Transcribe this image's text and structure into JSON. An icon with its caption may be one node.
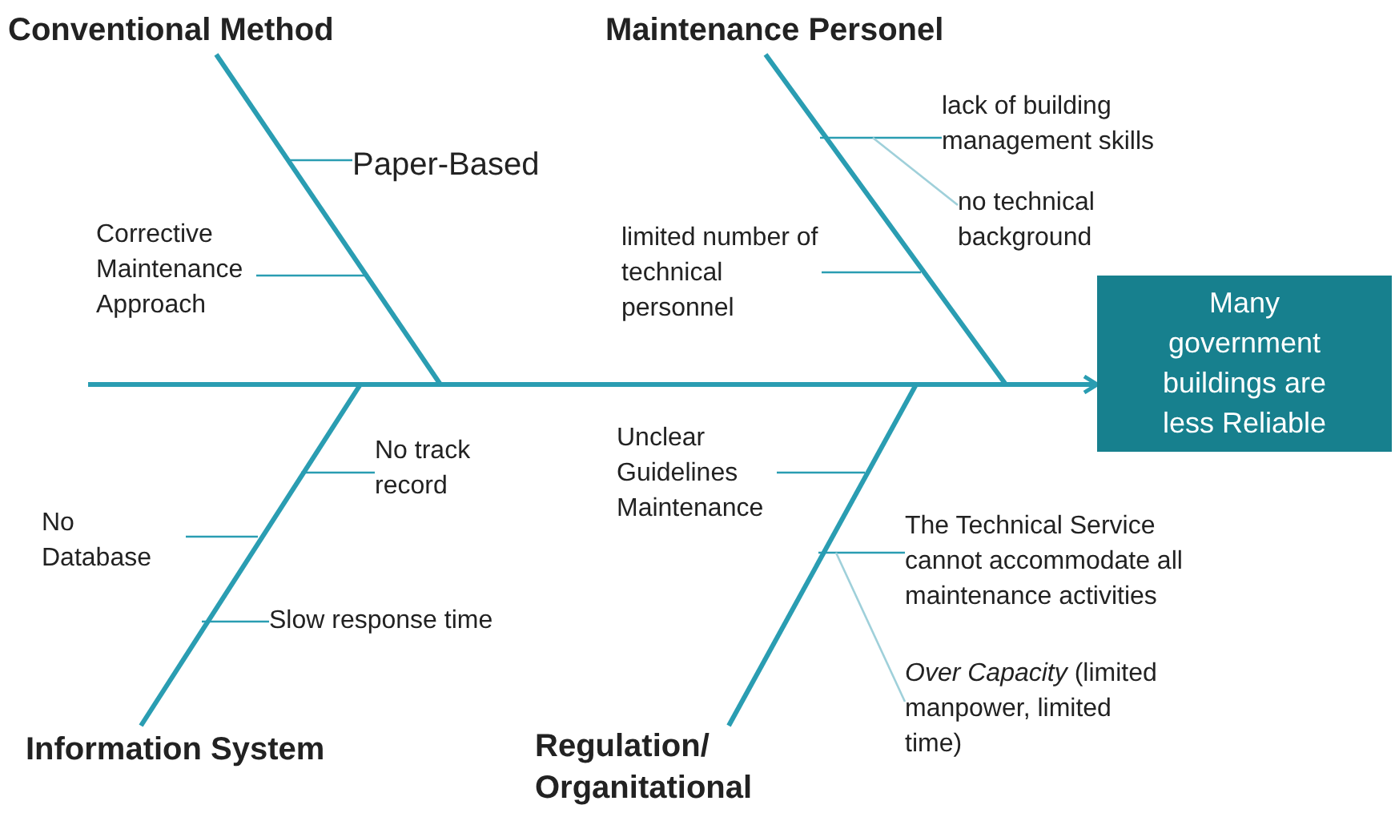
{
  "diagram": {
    "nodes": [
      {
        "text": [
          "Conventional Method"
        ]
      },
      {
        "text": [
          "Paper-Based"
        ]
      },
      {
        "text": [
          "Corrective Maintenance Approach"
        ]
      },
      {
        "text": [
          "Maintenance Personel"
        ]
      },
      {
        "text": [
          "lack of building management skills"
        ]
      },
      {
        "text": [
          "no technical background"
        ]
      },
      {
        "text": [
          "limited number of technical personnel"
        ]
      },
      {
        "text": [
          "Many government buildings are less Reliable"
        ]
      },
      {
        "text": [
          "No track record"
        ]
      },
      {
        "text": [
          "No Database"
        ]
      },
      {
        "text": [
          "Slow response time"
        ]
      },
      {
        "text": [
          "Information System"
        ]
      },
      {
        "text": [
          "Unclear Guidelines Maintenance"
        ]
      },
      {
        "text": [
          "The Technical Service cannot accommodate all maintenance activities"
        ]
      },
      {
        "text": [
          "*Over Capacity* (limited manpower, limited time)"
        ]
      },
      {
        "text": [
          "Regulation/ Organitational"
        ]
      }
    ],
    "edges": [
      {
        "from": null,
        "to": 7,
        "arrow": "to",
        "style": "thick"
      },
      {
        "from": 0,
        "to": null,
        "arrow": "none",
        "style": "thick"
      },
      {
        "from": 3,
        "to": null,
        "arrow": "none",
        "style": "thick"
      },
      {
        "from": 11,
        "to": null,
        "arrow": "none",
        "style": "thick"
      },
      {
        "from": 15,
        "to": null,
        "arrow": "none",
        "style": "thick"
      },
      {
        "from": 1,
        "to": null,
        "arrow": "none"
      },
      {
        "from": 2,
        "to": null,
        "arrow": "none"
      },
      {
        "from": 4,
        "to": null,
        "arrow": "none"
      },
      {
        "from": 5,
        "to": null,
        "arrow": "none",
        "color": "#9fd0da"
      },
      {
        "from": 6,
        "to": null,
        "arrow": "none"
      },
      {
        "from": 8,
        "to": null,
        "arrow": "none"
      },
      {
        "from": 9,
        "to": null,
        "arrow": "none"
      },
      {
        "from": 10,
        "to": null,
        "arrow": "none"
      },
      {
        "from": 12,
        "to": null,
        "arrow": "none"
      },
      {
        "from": 13,
        "to": null,
        "arrow": "none"
      },
      {
        "from": 14,
        "to": null,
        "arrow": "none",
        "color": "#9fd0da"
      }
    ]
  }
}
